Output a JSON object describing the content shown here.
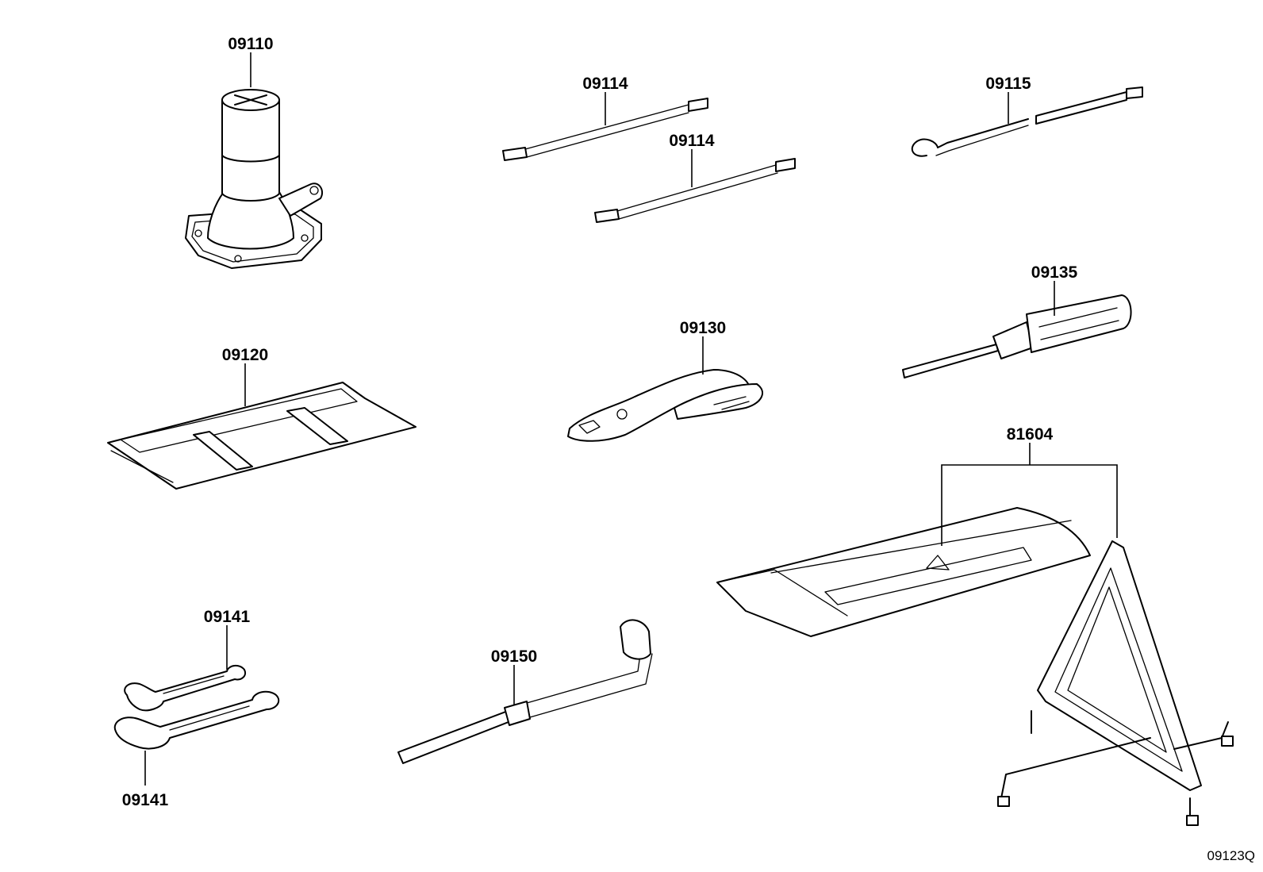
{
  "parts": [
    {
      "id": "jack",
      "number": "09110"
    },
    {
      "id": "jack-handle-extension-1",
      "number": "09114"
    },
    {
      "id": "jack-handle-extension-2",
      "number": "09114"
    },
    {
      "id": "jack-handle",
      "number": "09115"
    },
    {
      "id": "tool-bag",
      "number": "09120"
    },
    {
      "id": "pliers",
      "number": "09130"
    },
    {
      "id": "screwdriver",
      "number": "09135"
    },
    {
      "id": "warning-reflector-set",
      "number": "81604"
    },
    {
      "id": "wrench-upper",
      "number": "09141"
    },
    {
      "id": "wrench-lower",
      "number": "09141"
    },
    {
      "id": "wheel-nut-wrench",
      "number": "09150"
    }
  ],
  "diagram_code": "09123Q"
}
